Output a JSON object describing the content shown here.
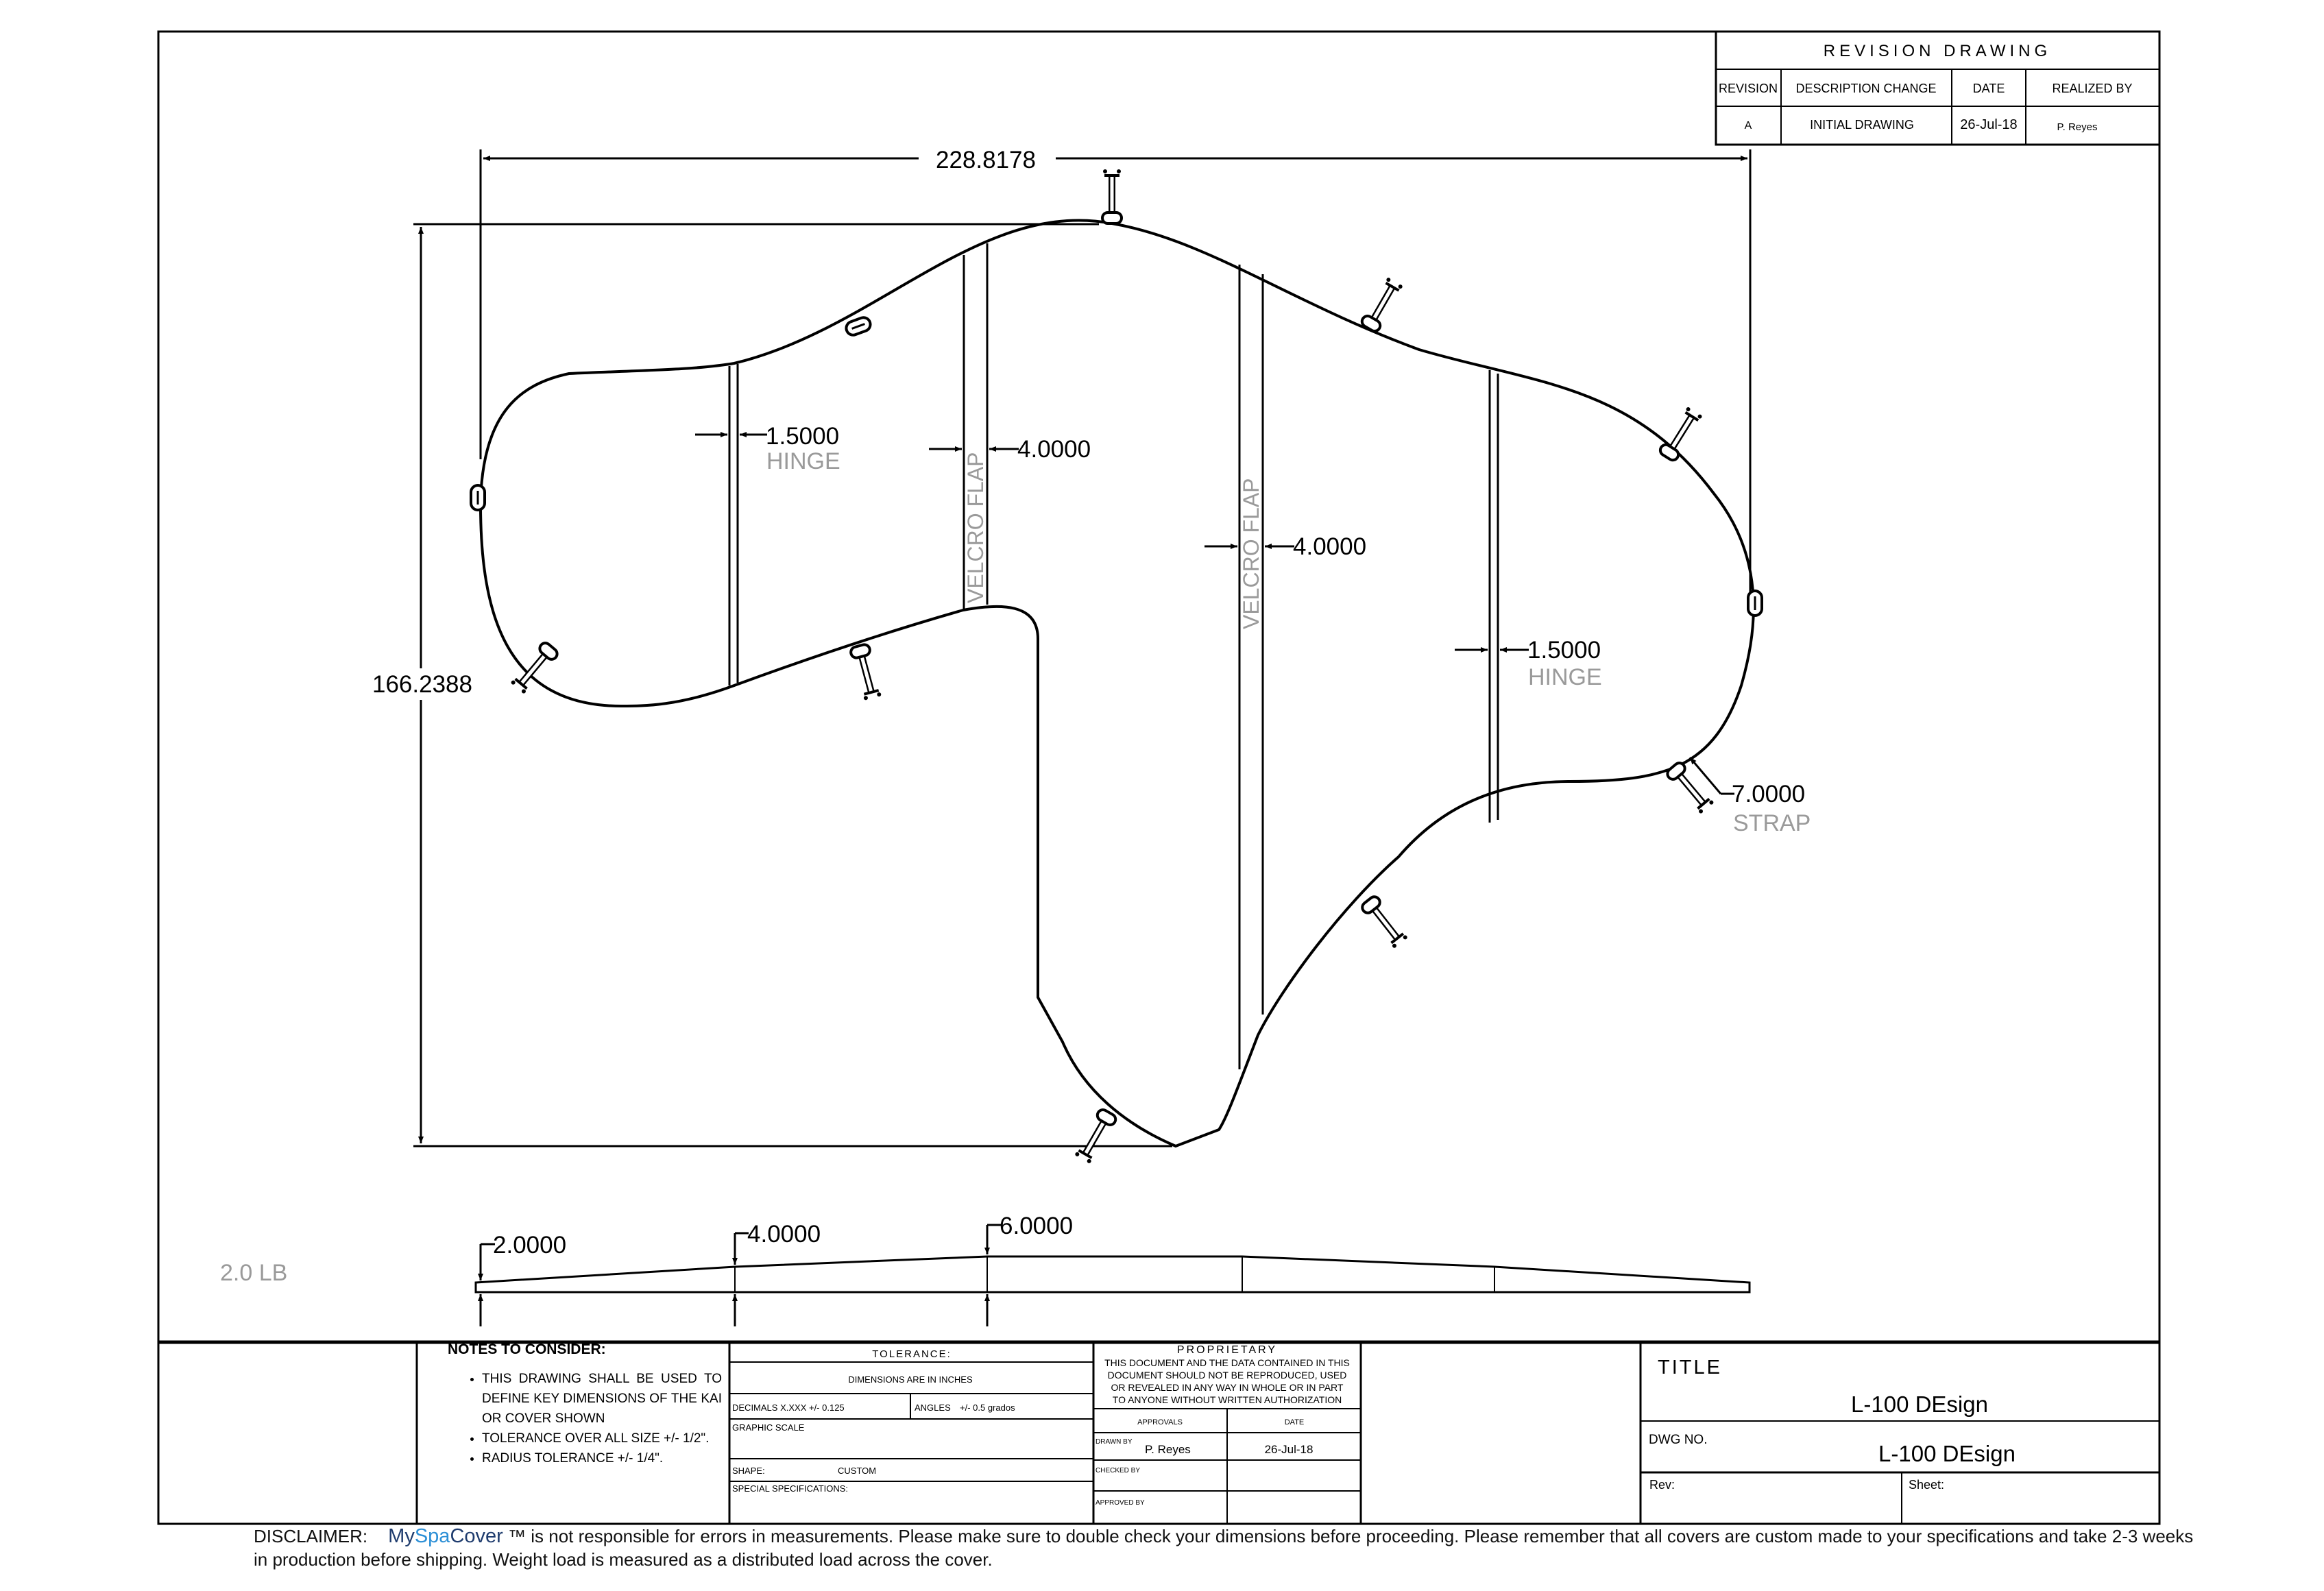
{
  "revision_block": {
    "title": "REVISION DRAWING",
    "headers": [
      "REVISION",
      "DESCRIPTION CHANGE",
      "DATE",
      "REALIZED BY"
    ],
    "rows": [
      [
        "A",
        "INITIAL DRAWING",
        "26-Jul-18",
        "P. Reyes"
      ]
    ]
  },
  "dimensions": {
    "overall_width": "228.8178",
    "overall_height": "166.2388",
    "hinge_left_value": "1.5000",
    "hinge_left_label": "HINGE",
    "velcro_left_value": "4.0000",
    "velcro_left_label": "VELCRO FLAP",
    "velcro_right_value": "4.0000",
    "velcro_right_label": "VELCRO FLAP",
    "hinge_right_value": "1.5000",
    "hinge_right_label": "HINGE",
    "strap_value": "7.0000",
    "strap_label": "STRAP",
    "thickness_1": "2.0000",
    "thickness_2": "4.0000",
    "thickness_3": "6.0000"
  },
  "weight": "2.0 LB",
  "notes": {
    "heading": "NOTES TO CONSIDER:",
    "items": [
      "THIS DRAWING SHALL BE USED TO DEFINE KEY DIMENSIONS OF THE KAI OR COVER SHOWN",
      "TOLERANCE OVER ALL SIZE +/- 1/2\".",
      "RADIUS TOLERANCE +/- 1/4\"."
    ]
  },
  "tolerance": {
    "heading": "TOLERANCE:",
    "units": "DIMENSIONS ARE IN INCHES",
    "decimals": "DECIMALS X.XXX +/- 0.125",
    "angles_label": "ANGLES",
    "angles_value": "+/- 0.5 grados",
    "graphic_scale": "GRAPHIC SCALE",
    "shape_label": "SHAPE:",
    "shape_value": "CUSTOM",
    "special_spec": "SPECIAL SPECIFICATIONS:"
  },
  "proprietary": {
    "heading": "PROPRIETARY",
    "lines": [
      "THIS DOCUMENT AND THE DATA CONTAINED IN THIS",
      "DOCUMENT SHOULD NOT BE REPRODUCED, USED",
      "OR REVEALED IN ANY WAY IN WHOLE OR IN PART",
      "TO ANYONE WITHOUT WRITTEN AUTHORIZATION"
    ],
    "approvals": "APPROVALS",
    "date": "DATE",
    "drawn_by_label": "DRAWN BY",
    "drawn_by": "P. Reyes",
    "drawn_date": "26-Jul-18",
    "checked_by_label": "CHECKED BY",
    "approved_by_label": "APPROVED BY"
  },
  "title_block": {
    "title_label": "TITLE",
    "title": "L-100 DEsign",
    "dwg_label": "DWG NO.",
    "dwg_no": "L-100 DEsign",
    "rev_label": "Rev:",
    "sheet_label": "Sheet:"
  },
  "disclaimer": {
    "label": "DISCLAIMER:",
    "brand_my": "My",
    "brand_spa": "Spa",
    "brand_cover": "Cover",
    "brand_tm": " ™",
    "text": " is not responsible for errors in measurements. Please make sure to double check your dimensions before proceeding. Please remember that all covers are custom made to your specifications and take 2-3 weeks in production before shipping. Weight load is measured as a distributed load across the cover."
  }
}
